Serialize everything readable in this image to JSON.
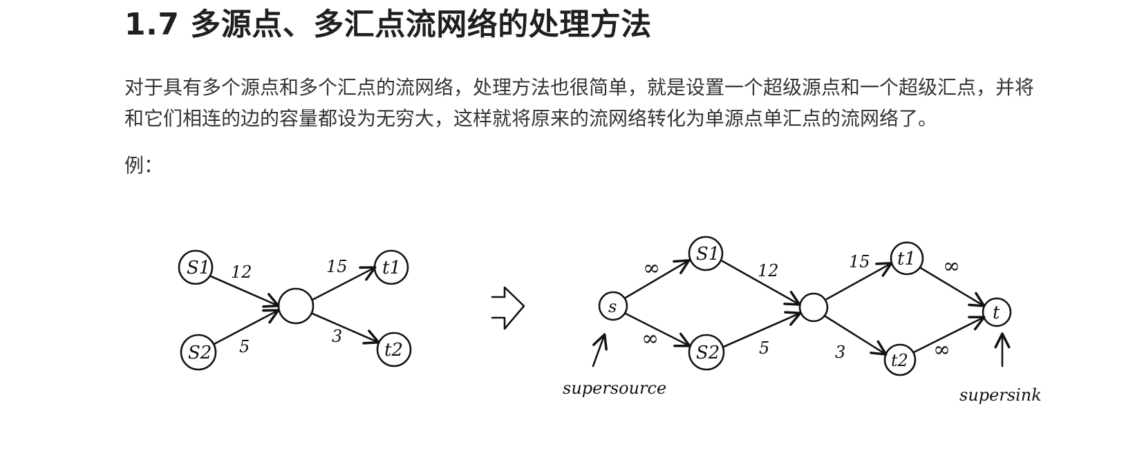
{
  "section": {
    "title": "1.7 多源点、多汇点流网络的处理方法",
    "paragraph": "对于具有多个源点和多个汇点的流网络，处理方法也很简单，就是设置一个超级源点和一个超级汇点，并将和它们相连的边的容量都设为无穷大，这样就将原来的流网络转化为单源点单汇点的流网络了。",
    "example_label": "例："
  },
  "diagram": {
    "left_graph": {
      "nodes": {
        "s1": "S1",
        "s2": "S2",
        "t1": "t1",
        "t2": "t2"
      },
      "edges": {
        "s1_mid": "12",
        "s2_mid": "5",
        "mid_t1": "15",
        "mid_t2": "3"
      }
    },
    "right_graph": {
      "nodes": {
        "s": "s",
        "s1": "S1",
        "s2": "S2",
        "t1": "t1",
        "t2": "t2",
        "t": "t"
      },
      "edges": {
        "s_s1": "∞",
        "s_s2": "∞",
        "s1_mid": "12",
        "s2_mid": "5",
        "mid_t1": "15",
        "mid_t2": "3",
        "t1_t": "∞",
        "t2_t": "∞"
      },
      "annotations": {
        "supersource": "supersource",
        "supersink": "supersink"
      }
    }
  }
}
